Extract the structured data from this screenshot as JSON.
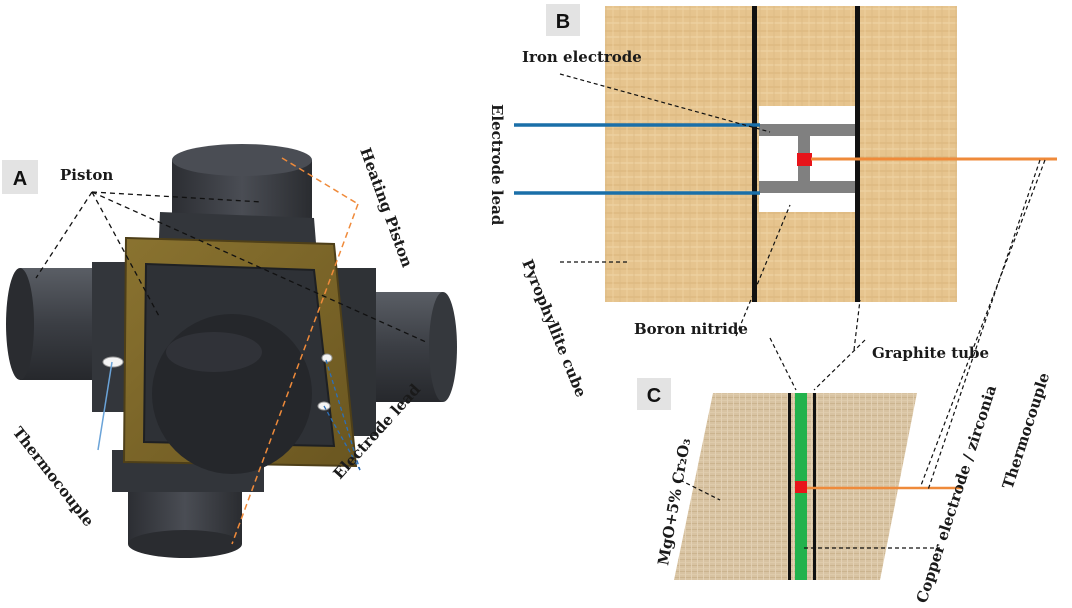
{
  "panels": {
    "a": {
      "letter": "A"
    },
    "b": {
      "letter": "B"
    },
    "c": {
      "letter": "C"
    }
  },
  "labels": {
    "piston": "Piston",
    "heating_piston": "Heating Piston",
    "thermocouple_a": "Thermocouple",
    "electrode_lead_a": "Electrode lead",
    "iron_electrode": "Iron electrode",
    "electrode_lead_b": "Electrode lead",
    "pyrophyllite_cube": "Pyrophyllite cube",
    "boron_nitride": "Boron nitride",
    "graphite_tube": "Graphite tube",
    "thermocouple_c": "Thermocouple",
    "mgo_cr2o3": "MgO+5% Cr₂O₃",
    "copper_electrode": "Copper electrode / zirconia"
  },
  "colors": {
    "pyrophyllite": "#e6c48e",
    "graphite": "#111111",
    "iron_electrode": "#808080",
    "electrode_lead": "#1a6fa8",
    "thermocouple": "#ef8a3a",
    "sample": "#e8141a",
    "zirconia": "#22b24c",
    "mgo": "#d8c3a2",
    "cell_frame": "#7a6526",
    "steel": "#3a3d42"
  }
}
